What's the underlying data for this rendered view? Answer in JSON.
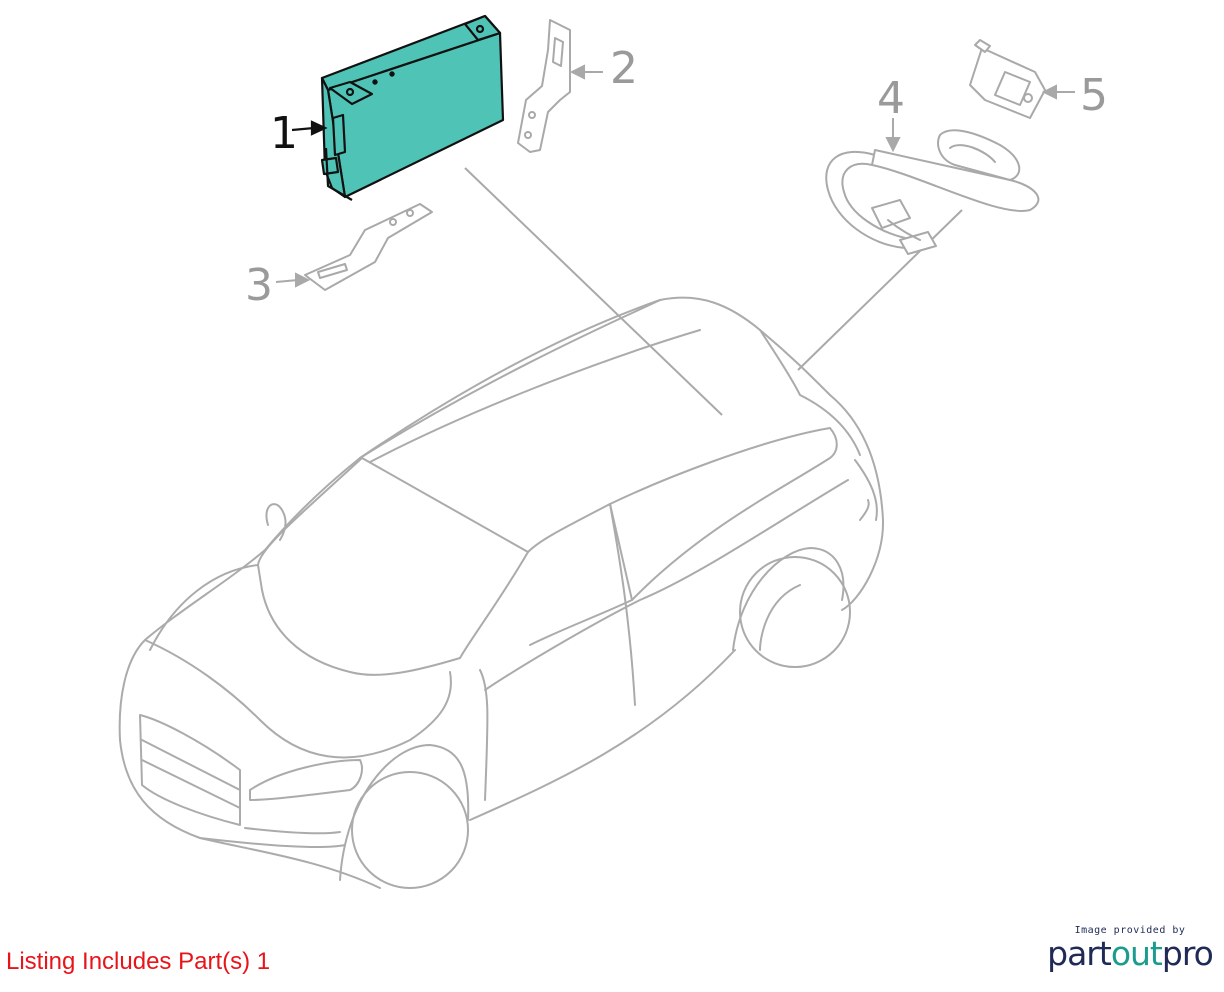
{
  "callouts": [
    "1",
    "2",
    "3",
    "4",
    "5"
  ],
  "caption": "Listing Includes Part(s) 1",
  "credit": {
    "line": "Image provided by",
    "brand_a": "part",
    "brand_b": "out",
    "brand_c": "pro"
  },
  "colors": {
    "highlight": "#4fc4b6",
    "outline": "#a9a9a9",
    "caption": "#e8141a",
    "brand_dark": "#1f2a56",
    "brand_accent": "#1a9d8c"
  },
  "icons": [
    "control-module",
    "mounting-bracket",
    "support-bracket",
    "antenna-cable",
    "clip-bracket",
    "suv-outline"
  ]
}
